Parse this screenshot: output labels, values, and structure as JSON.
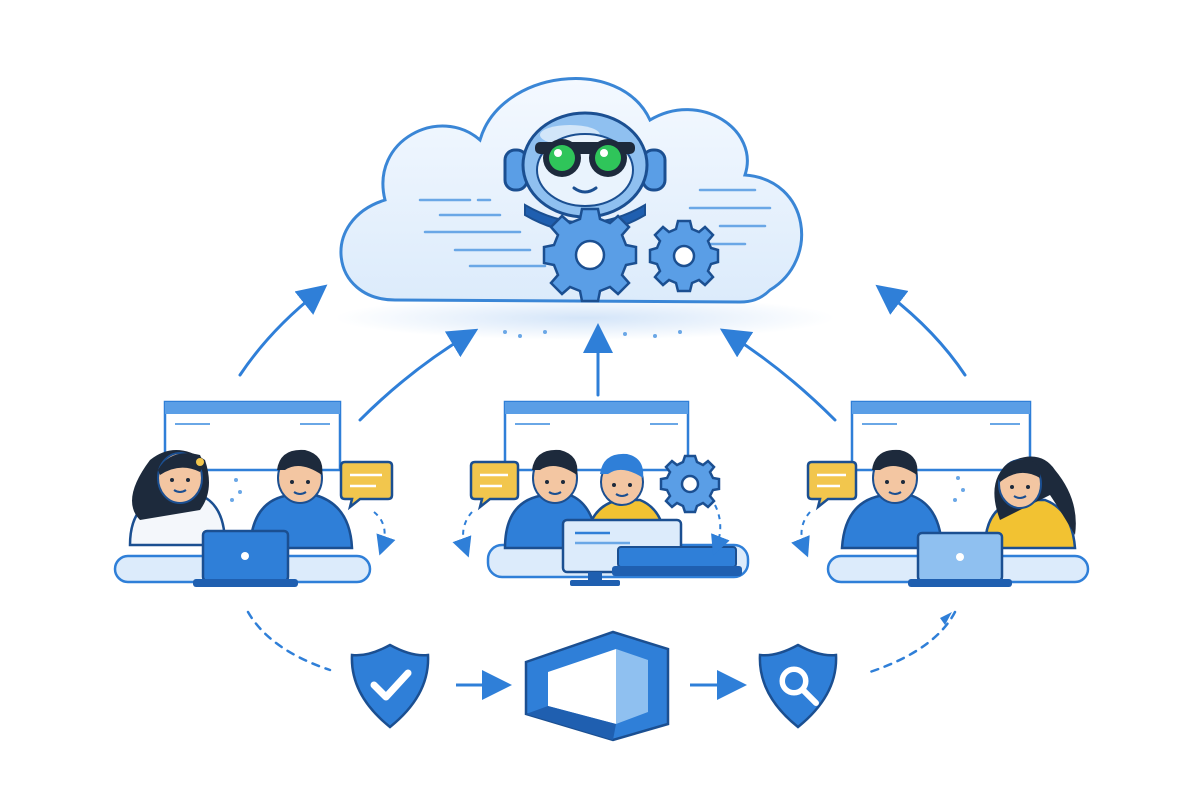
{
  "colors": {
    "primary": "#2f7fd8",
    "primary_dark": "#1f5fb0",
    "outline": "#1b4f91",
    "light_blue": "#dcebfb",
    "cloud_fill": "#eaf3fd",
    "cloud_stroke": "#3a86d6",
    "gear": "#5a9ee6",
    "lens_green": "#2fc55a",
    "chat_yellow": "#f2c64d",
    "skin": "#f3c6a2",
    "hair": "#1d2a3c",
    "white": "#ffffff",
    "shirt_white": "#f4f7fb",
    "yellow_shirt": "#f2c232"
  },
  "icons": {
    "cloud": "cloud-icon",
    "robot": "robot-head-icon",
    "gears": "gear-icon",
    "shield_check": "shield-check-icon",
    "azure_devops": "azure-devops-logo-icon",
    "shield_search": "shield-magnifier-icon",
    "chat": "chat-bubble-icon",
    "laptop": "laptop-icon",
    "browser": "browser-window-icon"
  },
  "teams": [
    {
      "id": "left",
      "members": 2,
      "has_chat": true,
      "has_gear": false
    },
    {
      "id": "center",
      "members": 2,
      "has_chat": true,
      "has_gear": true
    },
    {
      "id": "right",
      "members": 2,
      "has_chat": true,
      "has_gear": false
    }
  ],
  "flow": [
    "shield-check-icon",
    "azure-devops-logo-icon",
    "shield-magnifier-icon"
  ]
}
